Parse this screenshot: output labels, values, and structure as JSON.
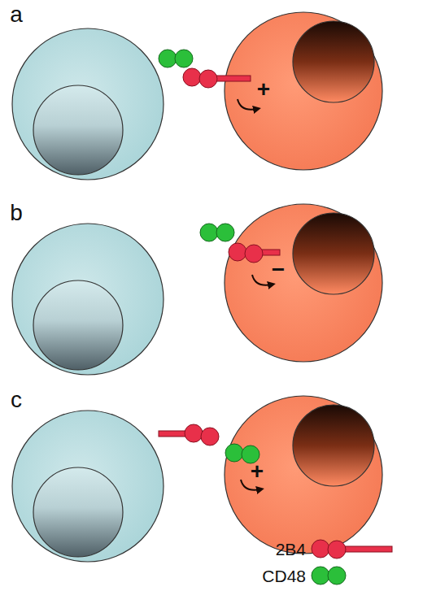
{
  "diagram": {
    "labels": [
      "a",
      "+",
      "b",
      "−",
      "c",
      "+"
    ],
    "legend": [
      {
        "text": "2B4"
      },
      {
        "text": "CD48"
      }
    ]
  }
}
